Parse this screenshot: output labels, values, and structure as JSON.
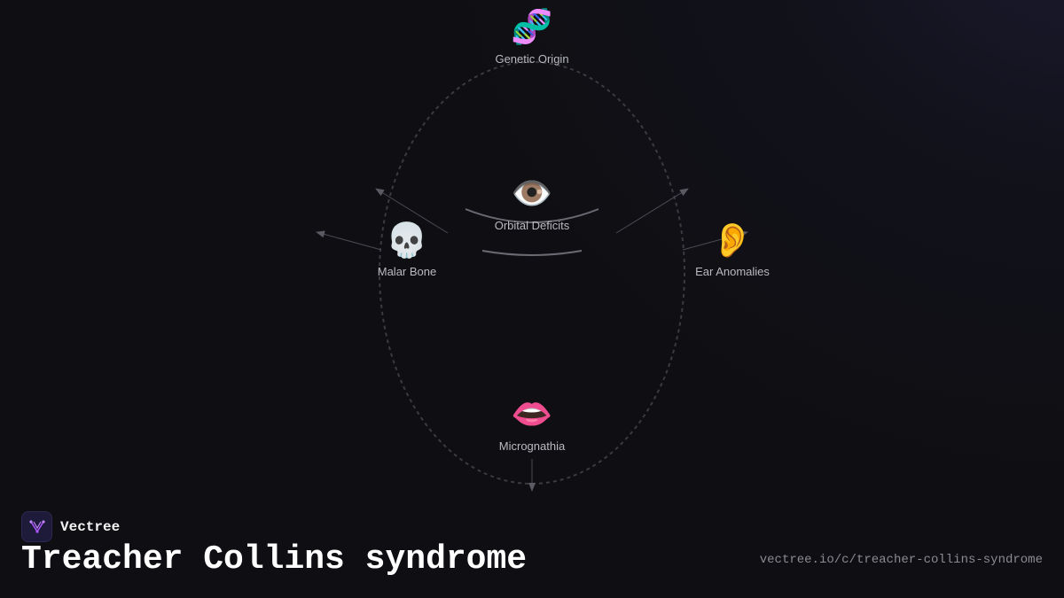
{
  "brand": {
    "name": "Vectree",
    "logo_icon": "vectree-logo-icon",
    "accent": "#a855f7"
  },
  "title": "Treacher Collins syndrome",
  "url": "vectree.io/c/treacher-collins-syndrome",
  "diagram": {
    "outline_color": "#3a3a40",
    "arrow_color": "#5a5a62",
    "nodes": {
      "genetic_origin": {
        "label": "Genetic Origin",
        "icon": "dna-icon",
        "glyph": "🧬"
      },
      "orbital_deficits": {
        "label": "Orbital Deficits",
        "icon": "eye-icon",
        "glyph": "👁️"
      },
      "malar_bone": {
        "label": "Malar Bone",
        "icon": "skull-icon",
        "glyph": "💀"
      },
      "ear_anomalies": {
        "label": "Ear Anomalies",
        "icon": "ear-icon",
        "glyph": "👂"
      },
      "micrognathia": {
        "label": "Micrognathia",
        "icon": "mouth-icon",
        "glyph": "👄"
      }
    }
  }
}
